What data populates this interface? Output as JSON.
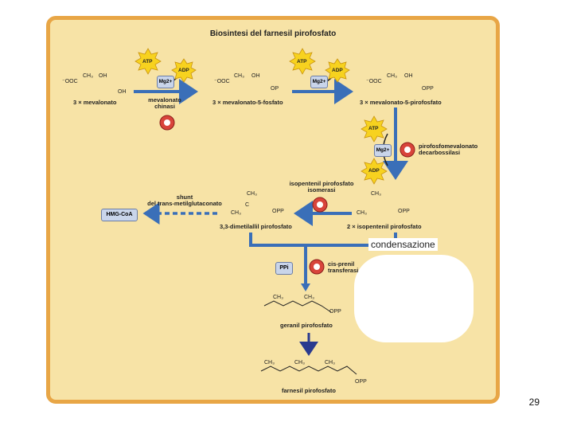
{
  "title": "Biosintesi del farnesil pirofosfato",
  "page_number": "29",
  "overlay_label": "condensazione",
  "cofactors": {
    "atp": "ATP",
    "adp": "ADP",
    "mg": "Mg2+",
    "hmg": "HMG-CoA",
    "ppi": "PPi"
  },
  "compounds": {
    "c1": "3 × mevalonato",
    "c2": "3 × mevalonato-5-fosfato",
    "c3": "3 × mevalonato-5-pirofosfato",
    "c4": "2 × isopentenil pirofosfato",
    "c5": "3,3-dimetilallil pirofosfato",
    "c6": "geranil pirofosfato",
    "c7": "farnesil pirofosfato"
  },
  "enzymes": {
    "e1_line1": "mevalonato",
    "e1_line2": "chinasi",
    "e2_line1": "pirofosfomevalonato",
    "e2_line2": "decarbossilasi",
    "e3_line1": "isopentenil pirofosfato",
    "e3_line2": "isomerasi",
    "e4_line1": "cis-prenil",
    "e4_line2": "transferasi"
  },
  "shunt_line1": "shunt",
  "shunt_line2": "del trans-metilglutaconato",
  "chem": {
    "ooc": "⁻OOC",
    "ch3": "CH₃",
    "oh": "OH",
    "op": "OP",
    "opp": "OPP",
    "c": "C"
  }
}
